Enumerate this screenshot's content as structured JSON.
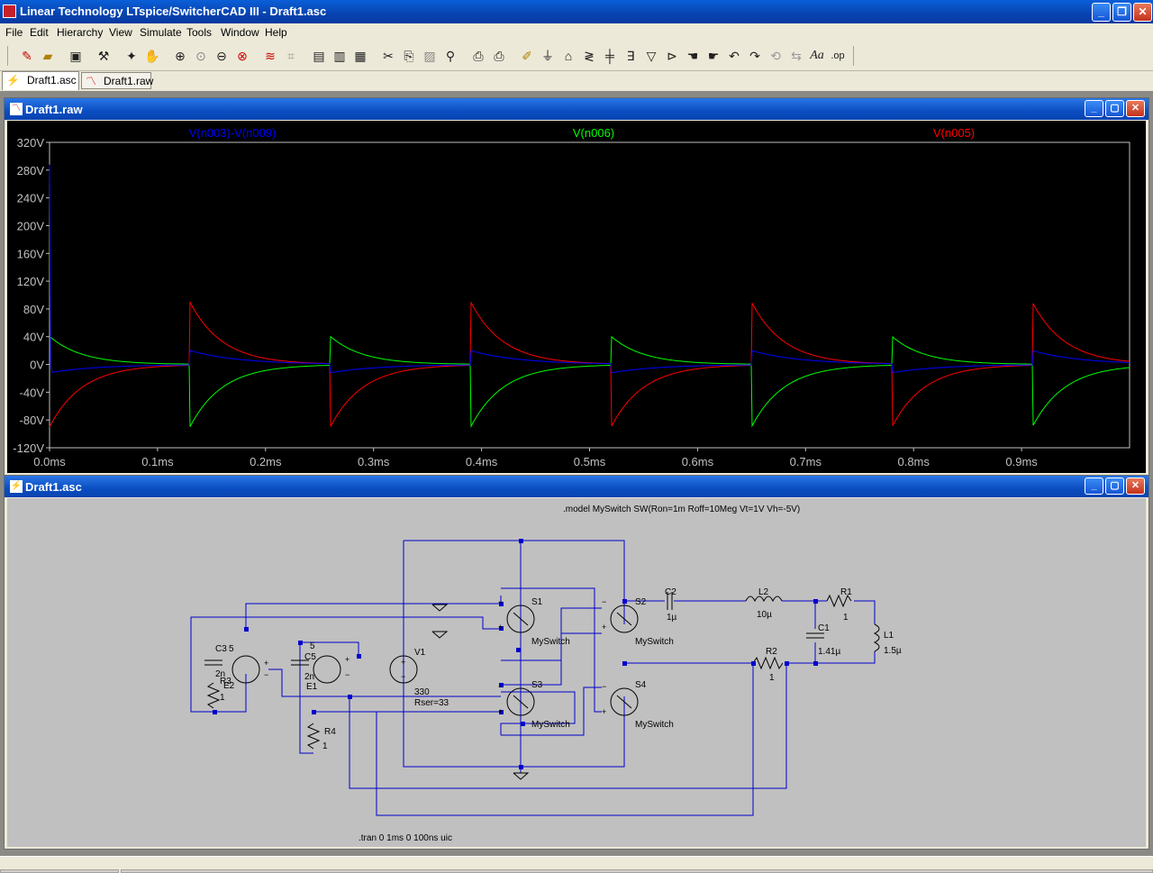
{
  "window": {
    "title": "Linear Technology LTspice/SwitcherCAD III - Draft1.asc",
    "minimize": "_",
    "maximize": "❐",
    "close": "✕"
  },
  "menu": [
    "File",
    "Edit",
    "Hierarchy",
    "View",
    "Simulate",
    "Tools",
    "Window",
    "Help"
  ],
  "toolbar_icons": [
    "new-schematic-icon",
    "open-icon",
    "save-icon",
    "control-panel-icon",
    "run-icon",
    "halt-icon",
    "zoom-in-icon",
    "zoom-pan-icon",
    "zoom-out-icon",
    "zoom-cancel-icon",
    "autoscale-icon",
    "zoom-fit-icon",
    "tile-horizontal-icon",
    "cascade-icon",
    "tile-vertical-icon",
    "cut-icon",
    "copy-icon",
    "paste-icon",
    "find-icon",
    "print-preview-icon",
    "print-icon",
    "wire-icon",
    "ground-icon",
    "label-icon",
    "resistor-icon",
    "capacitor-icon",
    "inductor-icon",
    "diode-icon",
    "component-icon",
    "move-icon",
    "drag-icon",
    "undo-icon",
    "redo-icon",
    "rotate-icon",
    "mirror-icon",
    "text-icon",
    "spice-directive-icon"
  ],
  "tabs": [
    {
      "label": "Draft1.asc",
      "icon": "schematic-icon",
      "active": true
    },
    {
      "label": "Draft1.raw",
      "icon": "waveform-icon",
      "active": false
    }
  ],
  "waveform_window": {
    "title": "Draft1.raw",
    "chart_data": {
      "type": "line",
      "series": [
        {
          "name": "V(n003)-V(n009)",
          "color": "#0000ff"
        },
        {
          "name": "V(n006)",
          "color": "#00ff00"
        },
        {
          "name": "V(n005)",
          "color": "#ff0000"
        }
      ],
      "x_ticks": [
        "0.0ms",
        "0.1ms",
        "0.2ms",
        "0.3ms",
        "0.4ms",
        "0.5ms",
        "0.6ms",
        "0.7ms",
        "0.8ms",
        "0.9ms"
      ],
      "y_ticks": [
        "320V",
        "280V",
        "240V",
        "200V",
        "160V",
        "120V",
        "80V",
        "40V",
        "0V",
        "-40V",
        "-80V",
        "-120V"
      ],
      "xlim": [
        0,
        1.0
      ],
      "ylim": [
        -120,
        320
      ],
      "switch_period_ms": 0.26,
      "pulse_peak_v": 90,
      "decay_tau_ms": 0.03,
      "startup_spike_v": 300,
      "bg": "#000000",
      "tick_color": "#c0c0c0"
    }
  },
  "schematic_window": {
    "title": "Draft1.asc",
    "directives": {
      "model": ".model MySwitch SW(Ron=1m Roff=10Meg Vt=1V Vh=-5V)",
      "tran": ".tran 0 1ms 0 100ns uic"
    },
    "labels": {
      "s1": "S1",
      "s2": "S2",
      "s3": "S3",
      "s4": "S4",
      "s1_model": "MySwitch",
      "s2_model": "MySwitch",
      "s3_model": "MySwitch",
      "s4_model": "MySwitch",
      "c2": "C2",
      "c2_val": "1µ",
      "l2": "L2",
      "l2_val": "10µ",
      "r1": "R1",
      "r1_val": "1",
      "c1": "C1",
      "c1_val": "1.41µ",
      "l1": "L1",
      "l1_val": "1.5µ",
      "r2": "R2",
      "r2_val": "1",
      "v1": "V1",
      "v1_val": "330",
      "v1_rser": "Rser=33",
      "c3": "C3",
      "c3_gain": "5",
      "c3_val": "2n",
      "e2": "E2",
      "r3": "R3",
      "r3_val": "1",
      "c5": "C5",
      "c5_val": "2n",
      "e1": "E1",
      "e1_gain": "5",
      "r4": "R4",
      "r4_val": "1"
    },
    "wire_color": "#0000cc",
    "component_color": "#0000cc"
  }
}
